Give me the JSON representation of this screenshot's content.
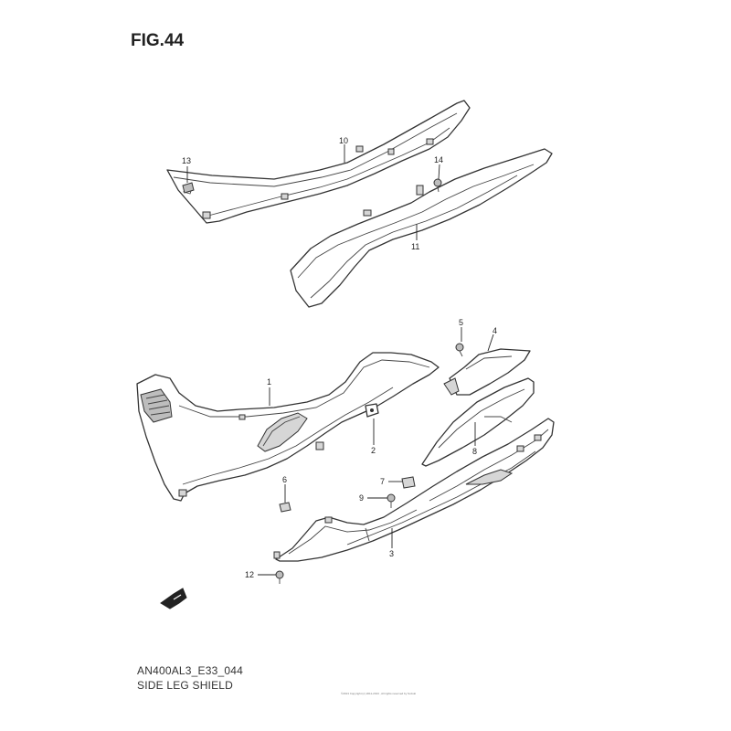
{
  "figure": {
    "title": "FIG.44",
    "code": "AN400AL3_E33_044",
    "name": "SIDE LEG SHIELD",
    "copyright": "©2013 Copyright (c) 2011-2013 , All rights reserved by Suzuki"
  },
  "callouts": [
    "1",
    "2",
    "3",
    "4",
    "5",
    "6",
    "7",
    "8",
    "9",
    "10",
    "11",
    "12",
    "13",
    "14"
  ],
  "icons": {
    "front": "fwd-arrow-icon"
  }
}
